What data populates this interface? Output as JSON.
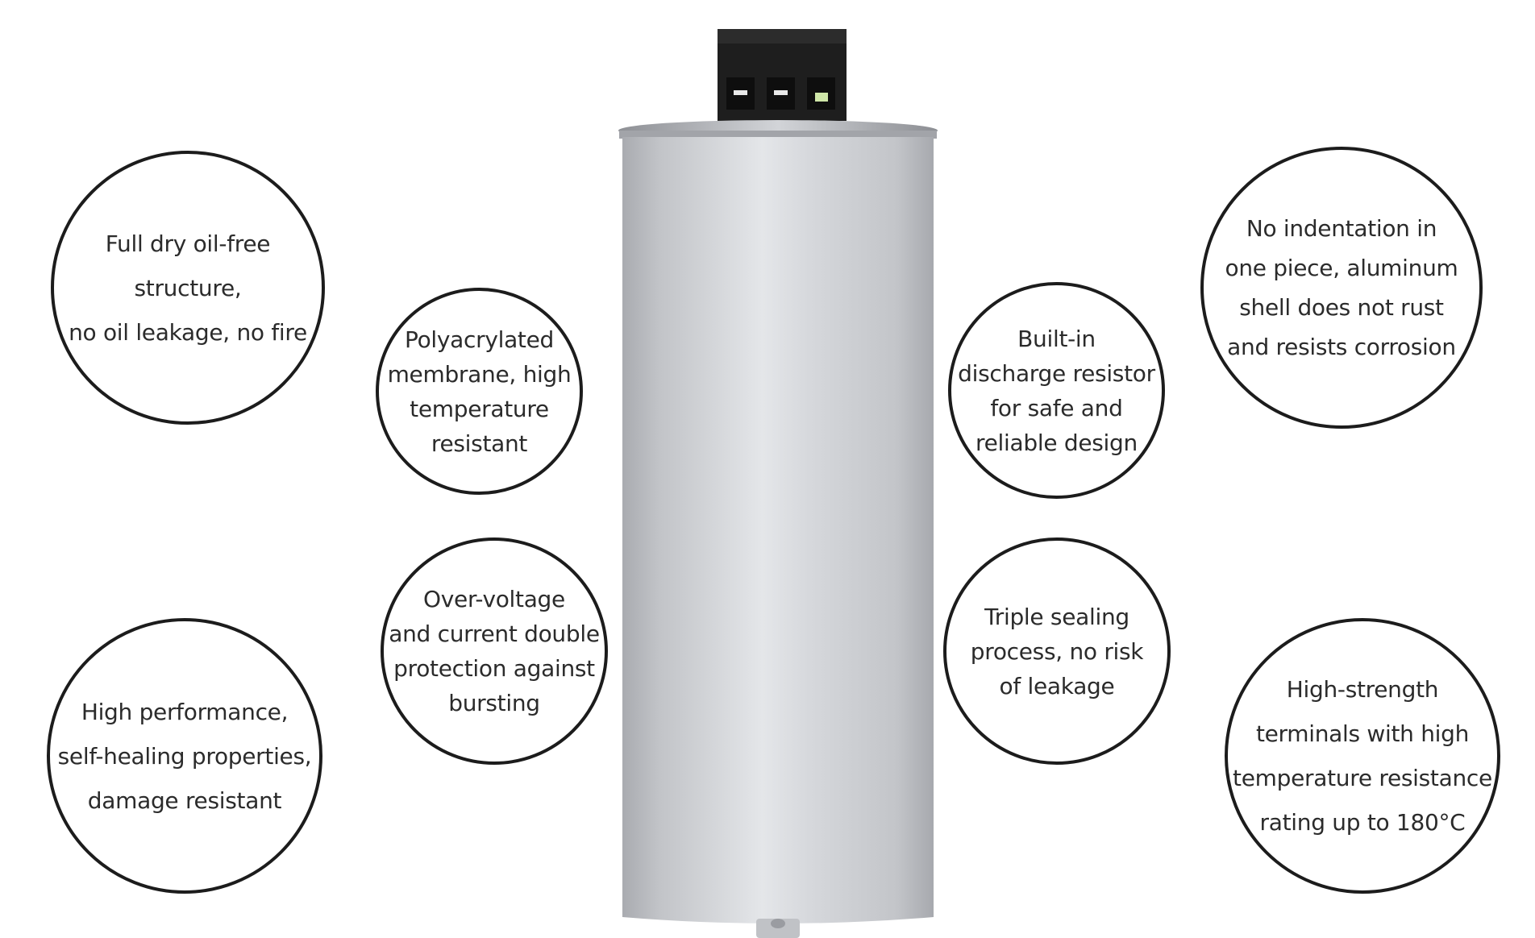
{
  "features": {
    "full_dry": "Full dry oil-free\nstructure,\nno oil leakage, no fire",
    "polyacrylated": "Polyacrylated\nmembrane, high\ntemperature\nresistant",
    "over_voltage": "Over-voltage\nand current double\nprotection against\nbursting",
    "high_performance": "High performance,\nself-healing properties,\ndamage resistant",
    "discharge_resistor": "Built-in\ndischarge resistor\nfor safe and\nreliable design",
    "no_indentation": "No indentation in\none piece, aluminum\nshell does not rust\nand resists corrosion",
    "triple_sealing": "Triple sealing\nprocess, no risk\nof leakage",
    "terminals": "High-strength\nterminals with high\ntemperature resistance\nrating up to 180°C"
  },
  "colors": {
    "circle_border": "#1c1c1c",
    "text": "#2b2b2b",
    "capacitor_body": "#c8cace",
    "terminal_block": "#1e1e1e",
    "background": "#ffffff"
  }
}
